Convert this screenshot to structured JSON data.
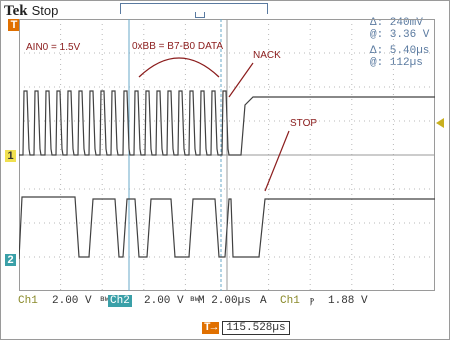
{
  "header": {
    "brand": "Tek",
    "state": "Stop"
  },
  "cursor": {
    "delta_v": "Δ:   240mV",
    "at_v": "@:   3.36 V",
    "delta_t": "Δ:  5.40µs",
    "at_t": "@:   112µs"
  },
  "markers": {
    "trigger": "T",
    "ch1": "1",
    "ch2": "2"
  },
  "annotations": {
    "ain": "AIN0 = 1.5V",
    "data": "0xBB = B7-B0 DATA",
    "nack": "NACK",
    "stop": "STOP"
  },
  "status": {
    "ch1_label": "Ch1",
    "ch1_scale": "2.00 V",
    "ch1_bw": "ʙw",
    "ch2_label": "Ch2",
    "ch2_scale": "2.00 V",
    "ch2_bw": "ʙw",
    "timebase": "M 2.00µs",
    "trig_mode": "A",
    "trig_source": "Ch1",
    "trig_slope": "ⲣ",
    "trig_level": "1.88 V"
  },
  "bottom": {
    "icon": "T→",
    "value": "115.528µs"
  },
  "colors": {
    "trace": "#404040",
    "cursor": "#6aa8c8",
    "annotation": "#8b1c1c",
    "ch2_accent": "#3aa0a8",
    "trigger_accent": "#e07000"
  }
}
